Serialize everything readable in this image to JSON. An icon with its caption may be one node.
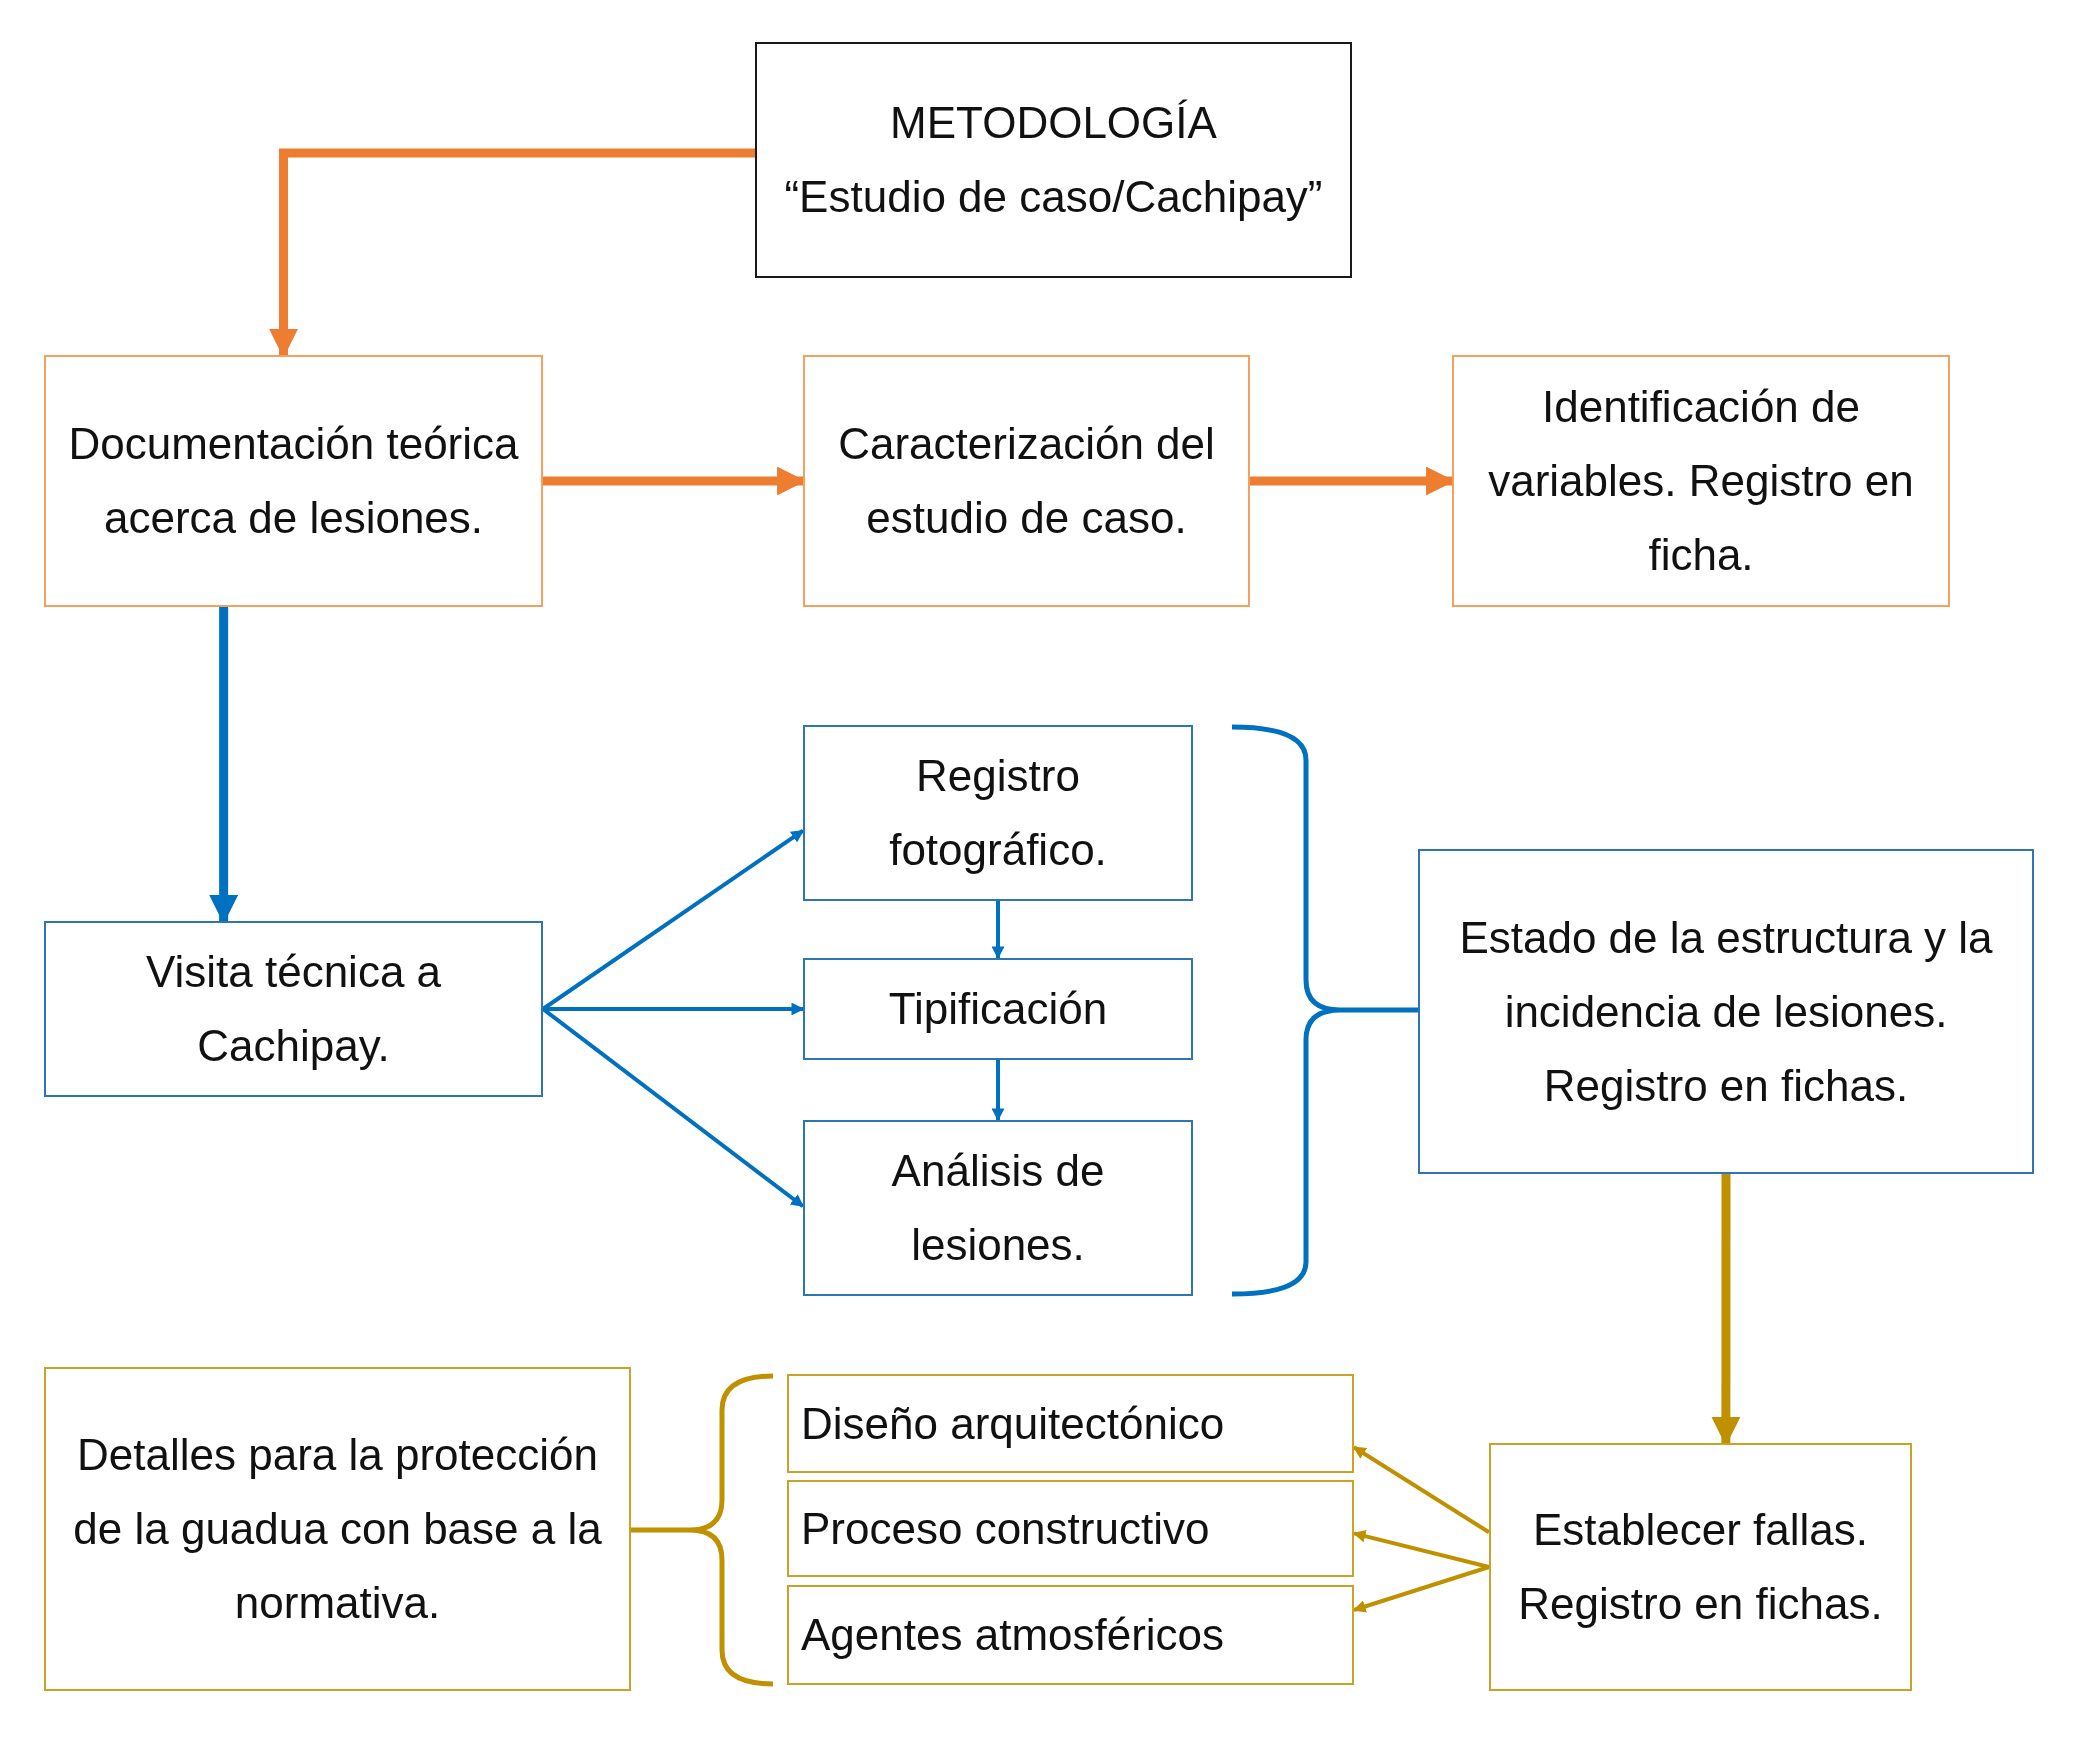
{
  "diagram": {
    "nodes": [
      {
        "text": [
          "METODOLOGÍA",
          "“Estudio de caso/Cachipay”"
        ]
      },
      {
        "text": [
          "Documentación teórica acerca de lesiones."
        ]
      },
      {
        "text": [
          "Caracterización del estudio de caso."
        ]
      },
      {
        "text": [
          "Identificación de variables. Registro en ficha."
        ]
      },
      {
        "text": [
          "Visita técnica a Cachipay."
        ]
      },
      {
        "text": [
          "Registro fotográfico."
        ]
      },
      {
        "text": [
          "Tipificación"
        ]
      },
      {
        "text": [
          "Análisis de lesiones."
        ]
      },
      {
        "text": [
          "Estado de la estructura y la incidencia de lesiones. Registro en fichas."
        ]
      },
      {
        "text": [
          "Detalles para la protección de la guadua con base a la normativa."
        ]
      },
      {
        "text": [
          "Diseño arquitectónico"
        ]
      },
      {
        "text": [
          "Proceso constructivo"
        ]
      },
      {
        "text": [
          "Agentes atmosféricos"
        ]
      },
      {
        "text": [
          "Establecer fallas. Registro en fichas."
        ]
      }
    ],
    "edges": [
      {
        "from": 0,
        "to": 1,
        "arrow": "to",
        "style": "thick",
        "color": "#ed7d31"
      },
      {
        "from": 1,
        "to": 2,
        "arrow": "to",
        "style": "thick",
        "color": "#ed7d31"
      },
      {
        "from": 2,
        "to": 3,
        "arrow": "to",
        "style": "thick",
        "color": "#ed7d31"
      },
      {
        "from": 1,
        "to": 4,
        "arrow": "to",
        "style": "thick"
      },
      {
        "from": 4,
        "to": 5,
        "arrow": "to"
      },
      {
        "from": 4,
        "to": 6,
        "arrow": "to"
      },
      {
        "from": 4,
        "to": 7,
        "arrow": "to"
      },
      {
        "from": 5,
        "to": 6,
        "arrow": "to"
      },
      {
        "from": 6,
        "to": 7,
        "arrow": "to"
      },
      {
        "from": 8,
        "to": 13,
        "arrow": "to",
        "style": "thick",
        "color": "#bf9000"
      },
      {
        "from": 13,
        "to": 10,
        "arrow": "to",
        "color": "#bf9000"
      },
      {
        "from": 13,
        "to": 11,
        "arrow": "to",
        "color": "#bf9000"
      },
      {
        "from": 13,
        "to": 12,
        "arrow": "to",
        "color": "#bf9000"
      }
    ]
  }
}
